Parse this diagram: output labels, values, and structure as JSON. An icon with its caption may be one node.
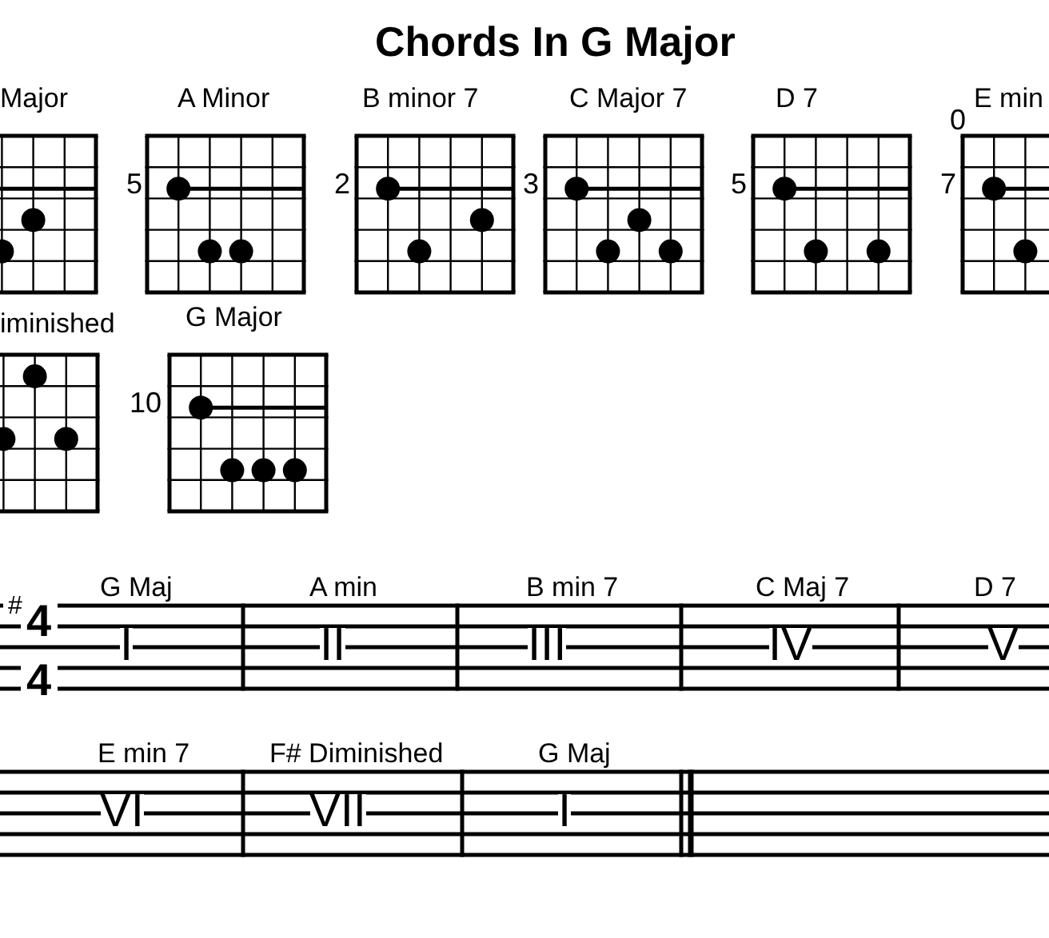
{
  "diagram": {
    "title": "Chords In G Major",
    "nodes": [
      {
        "text": [
          "Major"
        ]
      },
      {
        "text": [
          "A Minor"
        ],
        "beside": [
          "5"
        ]
      },
      {
        "text": [
          "B minor 7"
        ],
        "beside": [
          "2"
        ]
      },
      {
        "text": [
          "C Major 7"
        ],
        "beside": [
          "3"
        ]
      },
      {
        "text": [
          "D 7"
        ],
        "beside": [
          "5"
        ]
      },
      {
        "text": [
          "E min"
        ],
        "beside": [
          "0",
          "7"
        ]
      },
      {
        "text": [
          "iminished"
        ]
      },
      {
        "text": [
          "G Major"
        ],
        "beside": [
          "10"
        ]
      },
      {
        "text": [
          "G Maj",
          "I"
        ]
      },
      {
        "text": [
          "A min",
          "II"
        ]
      },
      {
        "text": [
          "B min 7",
          "III"
        ]
      },
      {
        "text": [
          "C Maj 7",
          "IV"
        ]
      },
      {
        "text": [
          "D 7",
          "V"
        ]
      },
      {
        "text": [
          "E min 7",
          "VI"
        ]
      },
      {
        "text": [
          "F# Diminished",
          "VII"
        ]
      },
      {
        "text": [
          "G Maj",
          "I"
        ]
      }
    ],
    "labels": [
      "#",
      "4",
      "4"
    ]
  }
}
